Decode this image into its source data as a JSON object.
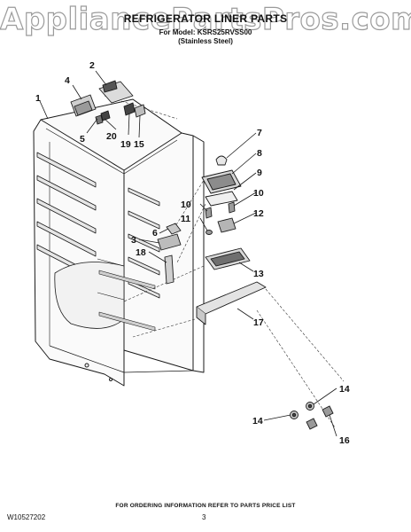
{
  "watermark": "AppliancePartsPros.com",
  "header": {
    "title": "REFRIGERATOR LINER PARTS",
    "model_line": "For Model: KSRS25RVSS00",
    "finish": "(Stainless Steel)"
  },
  "callouts": [
    "1",
    "2",
    "3",
    "4",
    "5",
    "6",
    "7",
    "8",
    "9",
    "10",
    "10",
    "11",
    "12",
    "13",
    "14",
    "14",
    "15",
    "16",
    "17",
    "18",
    "19",
    "20"
  ],
  "footer": {
    "ordering_note": "FOR ORDERING INFORMATION REFER TO PARTS PRICE LIST",
    "document_number": "W10527202",
    "page": "3"
  }
}
